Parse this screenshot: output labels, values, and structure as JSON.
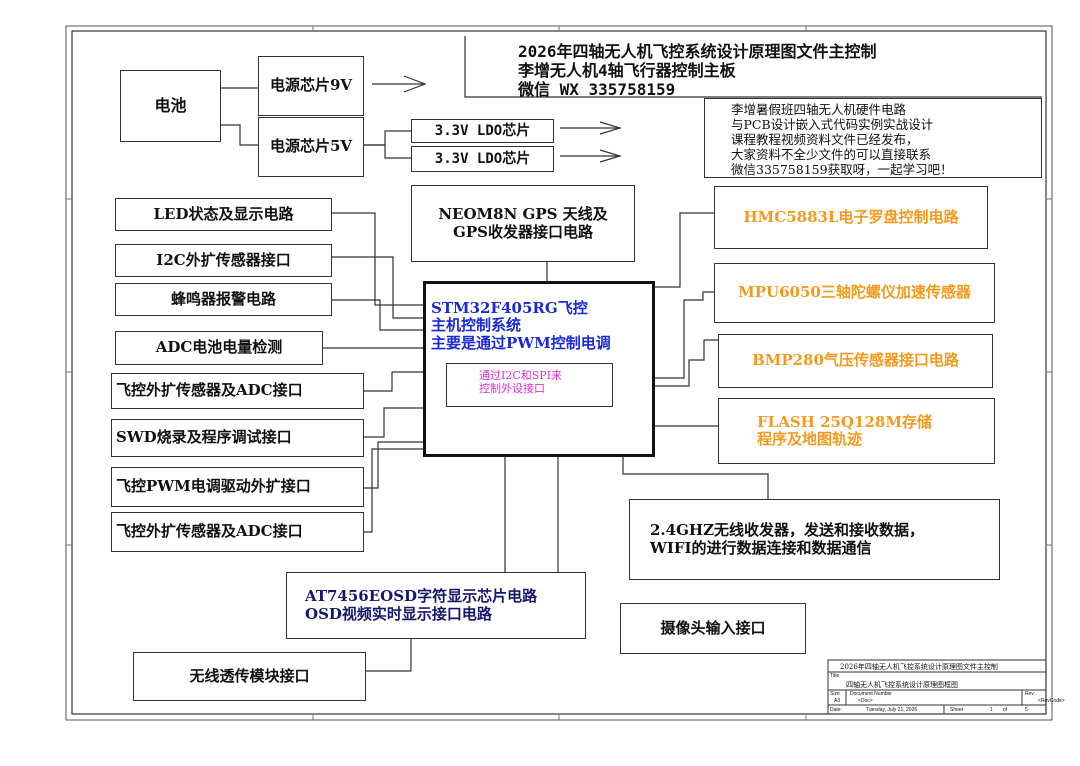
{
  "header": {
    "line1": "2026年四轴无人机飞控系统设计原理图文件主控制",
    "line2": "李增无人机4轴飞行器控制主板",
    "line3": "微信  WX  335758159"
  },
  "note": {
    "lines": [
      "李增暑假班四轴无人机硬件电路",
      "与PCB设计嵌入式代码实例实战设计",
      "课程教程视频资料文件已经发布，",
      "大家资料不全少文件的可以直接联系",
      "微信335758159获取呀，一起学习吧！"
    ]
  },
  "blocks": {
    "battery": "电池",
    "pwr9v": "电源芯片9V",
    "pwr5v": "电源芯片5V",
    "ldo1": "3.3V LDO芯片",
    "ldo2": "3.3V LDO芯片",
    "led": "LED状态及显示电路",
    "i2c": "I2C外扩传感器接口",
    "buzzer": "蜂鸣器报警电路",
    "adc_batt": "ADC电池电量检测",
    "sensor_adc1": "飞控外扩传感器及ADC接口",
    "swd": "SWD烧录及程序调试接口",
    "pwm_esc": "飞控PWM电调驱动外扩接口",
    "sensor_adc2": "飞控外扩传感器及ADC接口",
    "gps": "NEOM8N GPS 天线及\nGPS收发器接口电路",
    "mcu": "STM32F405RG飞控\n主机控制系统\n主要是通过PWM控制电调",
    "mcu_inner": "通过I2C和SPI来\n控制外设接口",
    "hmc": "HMC5883L电子罗盘控制电路",
    "mpu": "MPU6050三轴陀螺仪加速传感器",
    "bmp": "BMP280气压传感器接口电路",
    "flash": "FLASH 25Q128M存储\n程序及地图轨迹",
    "wifi": "2.4GHZ无线收发器，发送和接收数据，\nWIFI的进行数据连接和数据通信",
    "osd": "AT7456EOSD字符显示芯片电路\nOSD视频实时显示接口电路",
    "camera": "摄像头输入接口",
    "wireless": "无线透传模块接口"
  },
  "title_block": {
    "title": "2026年四轴无人机飞控系统设计原理图文件主控制",
    "title_label": "Title",
    "subtitle": "四轴无人机飞控系统设计原理图框图",
    "size_label": "Size",
    "size_value": "A3",
    "docnum_label": "Document Number",
    "docnum_value": "<Doc>",
    "rev_label": "Rev",
    "rev_value": "<RevCode>",
    "date_label": "Date:",
    "date_value": "Tuesday, July 21, 2026",
    "sheet_label": "Sheet",
    "sheet_value": "1",
    "of_label": "of",
    "of_value": "5"
  },
  "colors": {
    "orange": "#f39a1e",
    "blue": "#1a2ad8",
    "navy": "#16166e",
    "magenta": "#e02bd2",
    "line": "#333333"
  }
}
